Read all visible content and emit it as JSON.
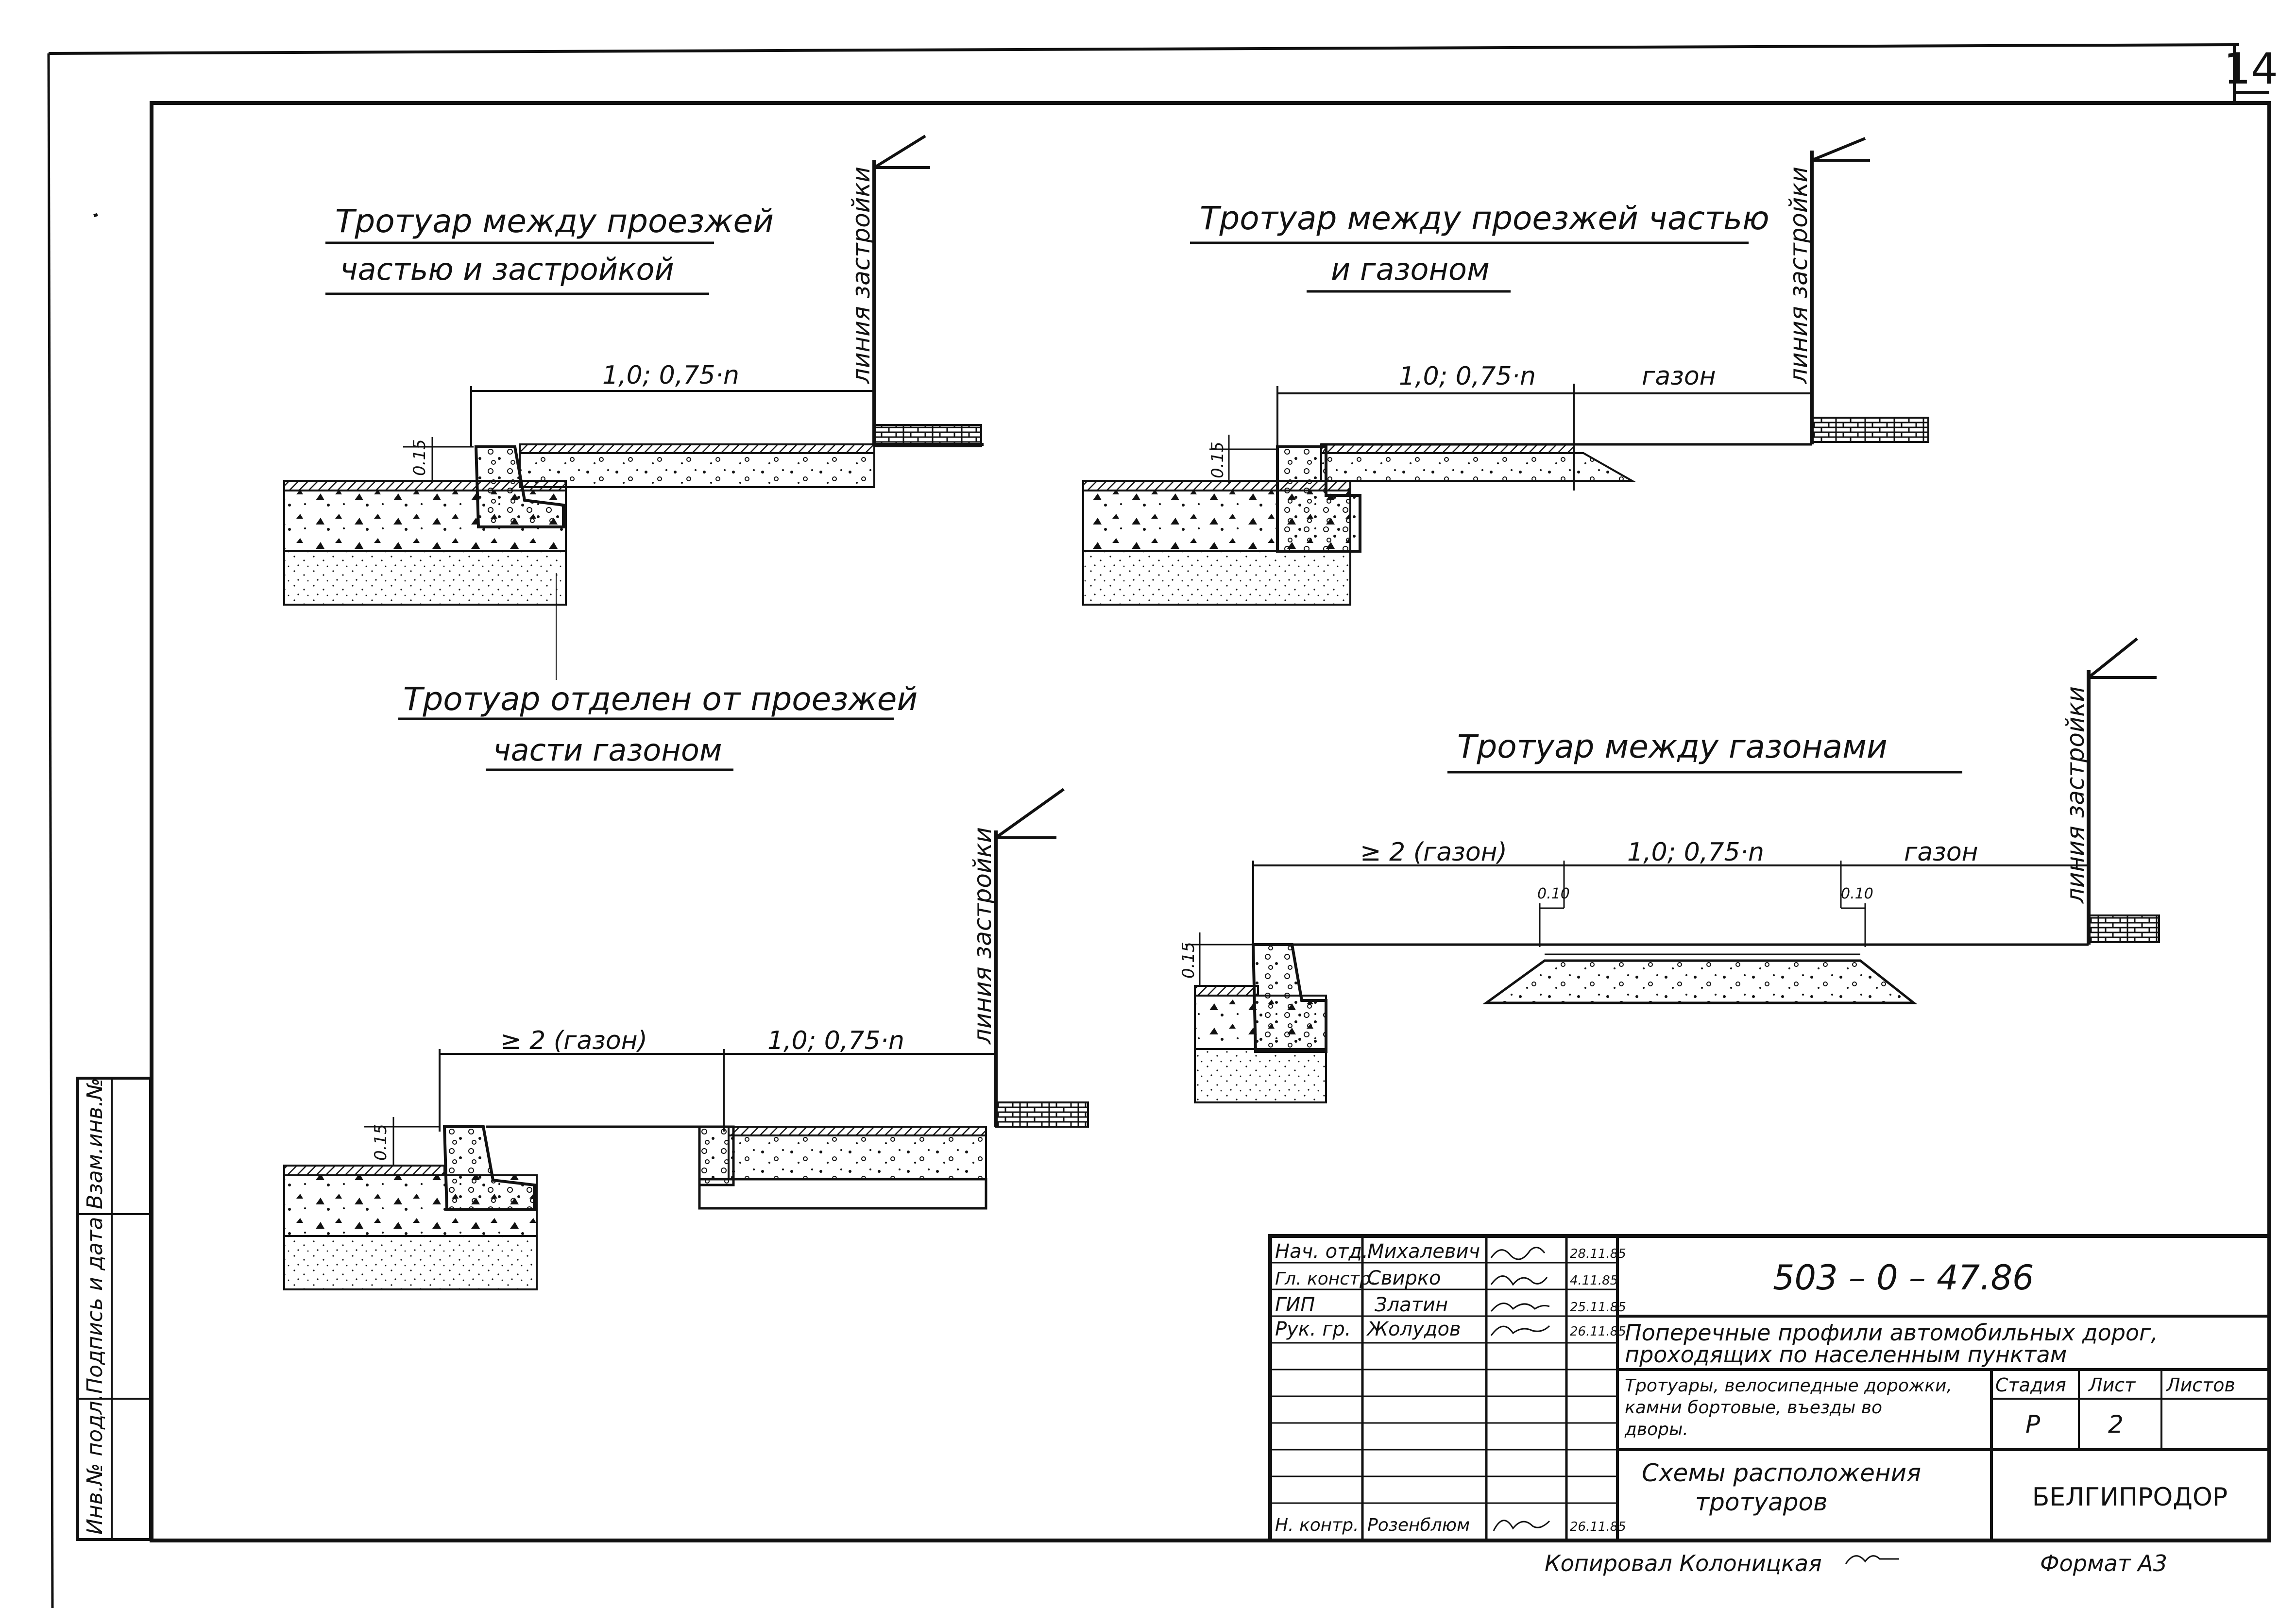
{
  "sheet": {
    "page_number": "14",
    "side_stamp": [
      "Инв.№ подл.",
      "Подпись и дата",
      "Взам.инв.№"
    ]
  },
  "sections": {
    "s1": {
      "title_line1": "Тротуар между проезжей",
      "title_line2": "частью и застройкой",
      "dim_main": "1,0; 0,75·n",
      "dim_h": "0.15",
      "building_line": "линия застройки"
    },
    "s2": {
      "title_line1": "Тротуар между проезжей частью",
      "title_line2": "и газоном",
      "dim_main": "1,0; 0,75·n",
      "dim_lawn": "газон",
      "dim_h": "0.15",
      "building_line": "линия застройки"
    },
    "s3": {
      "title_line1": "Тротуар отделен от проезжей",
      "title_line2": "части газоном",
      "dim_lawn": "≥ 2 (газон)",
      "dim_main": "1,0; 0,75·n",
      "dim_h": "0.15",
      "building_line": "линия застройки"
    },
    "s4": {
      "title": "Тротуар между газонами",
      "dim_lawn1": "≥ 2 (газон)",
      "dim_main": "1,0; 0,75·n",
      "dim_lawn2": "газон",
      "dim_gap1": "0.10",
      "dim_gap2": "0.10",
      "dim_h": "0.15",
      "building_line": "линия застройки"
    }
  },
  "title_block": {
    "doc_code": "503 – 0 – 47.86",
    "signers": [
      {
        "role": "Нач. отд.",
        "name": "Михалевич",
        "date": "28.11.85"
      },
      {
        "role": "Гл. констр.",
        "name": "Свирко",
        "date": "4.11.85"
      },
      {
        "role": "ГИП",
        "name": "Златин",
        "date": "25.11.85"
      },
      {
        "role": "Рук. гр.",
        "name": "Жолудов",
        "date": "26.11.85"
      },
      {
        "role": "Н. контр.",
        "name": "Розенблюм",
        "date": "26.11.85"
      }
    ],
    "project_title_1": "Поперечные профили автомобильных дорог,",
    "project_title_2": "проходящих по населенным пунктам",
    "section_title_1": "Тротуары, велосипедные дорожки,",
    "section_title_2": "камни бортовые, въезды во",
    "section_title_3": "дворы.",
    "sheet_title_1": "Схемы расположения",
    "sheet_title_2": "тротуаров",
    "stage_label": "Стадия",
    "sheet_label": "Лист",
    "sheets_label": "Листов",
    "stage_value": "Р",
    "sheet_value": "2",
    "org": "БЕЛГИПРОДОР"
  },
  "footer": {
    "copied": "Копировал   Колоницкая",
    "format": "Формат А3"
  }
}
